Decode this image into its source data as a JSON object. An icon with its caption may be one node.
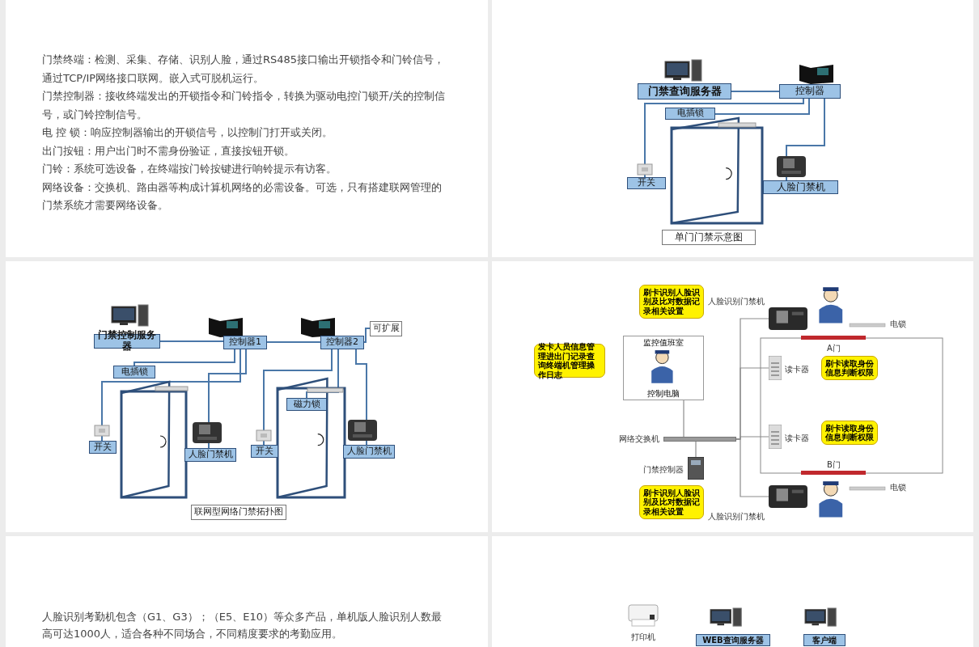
{
  "diagram": {
    "nodes": [
      {
        "text": [
          "门禁查询服务器"
        ]
      },
      {
        "text": [
          "控制器"
        ]
      },
      {
        "text": [
          "电插锁"
        ]
      },
      {
        "text": [
          "开关"
        ]
      },
      {
        "text": [
          "人脸门禁机"
        ]
      },
      {
        "text": [
          "单门门禁示意图"
        ]
      },
      {
        "text": [
          "门禁控制服务器"
        ]
      },
      {
        "text": [
          "控制器1"
        ]
      },
      {
        "text": [
          "可扩展"
        ]
      },
      {
        "text": [
          "控制器2"
        ]
      },
      {
        "text": [
          "电插锁"
        ]
      },
      {
        "text": [
          "开关"
        ]
      },
      {
        "text": [
          "人脸门禁机"
        ]
      },
      {
        "text": [
          "磁力锁"
        ]
      },
      {
        "text": [
          "开关"
        ]
      },
      {
        "text": [
          "人脸门禁机"
        ]
      },
      {
        "text": [
          "联网型网络门禁拓扑图"
        ]
      },
      {
        "text": [
          "刷卡识别人脸识别及比对数据记录相关设置"
        ]
      },
      {
        "text": [
          "发卡人员信息管理进出门记录查询终端机管理操作日志"
        ]
      },
      {
        "text": [
          "监控值班室",
          "控制电脑"
        ]
      },
      {
        "text": [],
        "shape": "picture",
        "beside": [
          "人脸识别门禁机"
        ]
      },
      {
        "text": [],
        "shape": "picture",
        "beside": [
          "读卡器"
        ]
      },
      {
        "text": [
          "刷卡读取身份信息判断权限"
        ]
      },
      {
        "text": [],
        "shape": "picture",
        "beside": [
          "读卡器"
        ]
      },
      {
        "text": [
          "刷卡读取身份信息判断权限"
        ]
      },
      {
        "text": [],
        "shape": "bar",
        "beside": [
          "网络交换机"
        ]
      },
      {
        "text": [],
        "shape": "picture",
        "beside": [
          "门禁控制器"
        ]
      },
      {
        "text": [],
        "shape": "picture",
        "beside": [
          "人脸识别门禁机"
        ]
      },
      {
        "text": [
          "刷卡识别人脸识别及比对数据记录相关设置"
        ]
      },
      {
        "text": [],
        "shape": "picture",
        "beside": [
          "打印机"
        ]
      },
      {
        "text": [
          "WEB查询服务器"
        ]
      },
      {
        "text": [
          "客户端"
        ]
      }
    ],
    "edges": [
      {
        "from": 0,
        "to": 1,
        "arrow": "none"
      },
      {
        "from": 1,
        "to": 2,
        "arrow": "none"
      },
      {
        "from": 1,
        "to": 3,
        "arrow": "none"
      },
      {
        "from": 1,
        "to": 4,
        "arrow": "none"
      },
      {
        "from": 6,
        "to": 7,
        "arrow": "none"
      },
      {
        "from": 7,
        "to": 9,
        "arrow": "none"
      },
      {
        "from": 9,
        "to": 8,
        "arrow": "none"
      },
      {
        "from": 7,
        "to": 10,
        "arrow": "none"
      },
      {
        "from": 7,
        "to": 11,
        "arrow": "none"
      },
      {
        "from": 7,
        "to": 12,
        "arrow": "none"
      },
      {
        "from": 9,
        "to": 13,
        "arrow": "none"
      },
      {
        "from": 9,
        "to": 14,
        "arrow": "none"
      },
      {
        "from": 9,
        "to": 15,
        "arrow": "none"
      },
      {
        "from": 25,
        "to": 19,
        "arrow": "none",
        "color": "#8c8c8c"
      },
      {
        "from": 25,
        "to": 20,
        "arrow": "none",
        "color": "#8c8c8c"
      },
      {
        "from": 25,
        "to": 21,
        "arrow": "none",
        "color": "#8c8c8c"
      },
      {
        "from": 25,
        "to": 23,
        "arrow": "none",
        "color": "#8c8c8c"
      },
      {
        "from": 25,
        "to": 26,
        "arrow": "none",
        "color": "#8c8c8c"
      },
      {
        "from": 25,
        "to": 27,
        "arrow": "none",
        "color": "#8c8c8c"
      }
    ],
    "labels": [
      "门禁终端：检测、采集、存储、识别人脸，通过RS485接口输出开锁指令和门铃信号，通过TCP/IP网络接口联网。嵌入式可脱机运行。",
      "门禁控制器：接收终端发出的开锁指令和门铃指令，转换为驱动电控门锁开/关的控制信号，或门铃控制信号。",
      "电 控 锁：响应控制器输出的开锁信号，以控制门打开或关闭。",
      "出门按钮：用户出门时不需身份验证，直接按钮开锁。",
      "门铃：系统可选设备，在终端按门铃按键进行响铃提示有访客。",
      "网络设备：交换机、路由器等构成计算机网络的必需设备。可选，只有搭建联网管理的门禁系统才需要网络设备。",
      "电锁",
      "A门",
      "B门",
      "电锁",
      "人脸识别考勤机包含（G1、G3）；（E5、E10）等众多产品，单机版人脸识别人数最高可达1000人，适合各种不同场合，不同精度要求的考勤应用。"
    ]
  }
}
